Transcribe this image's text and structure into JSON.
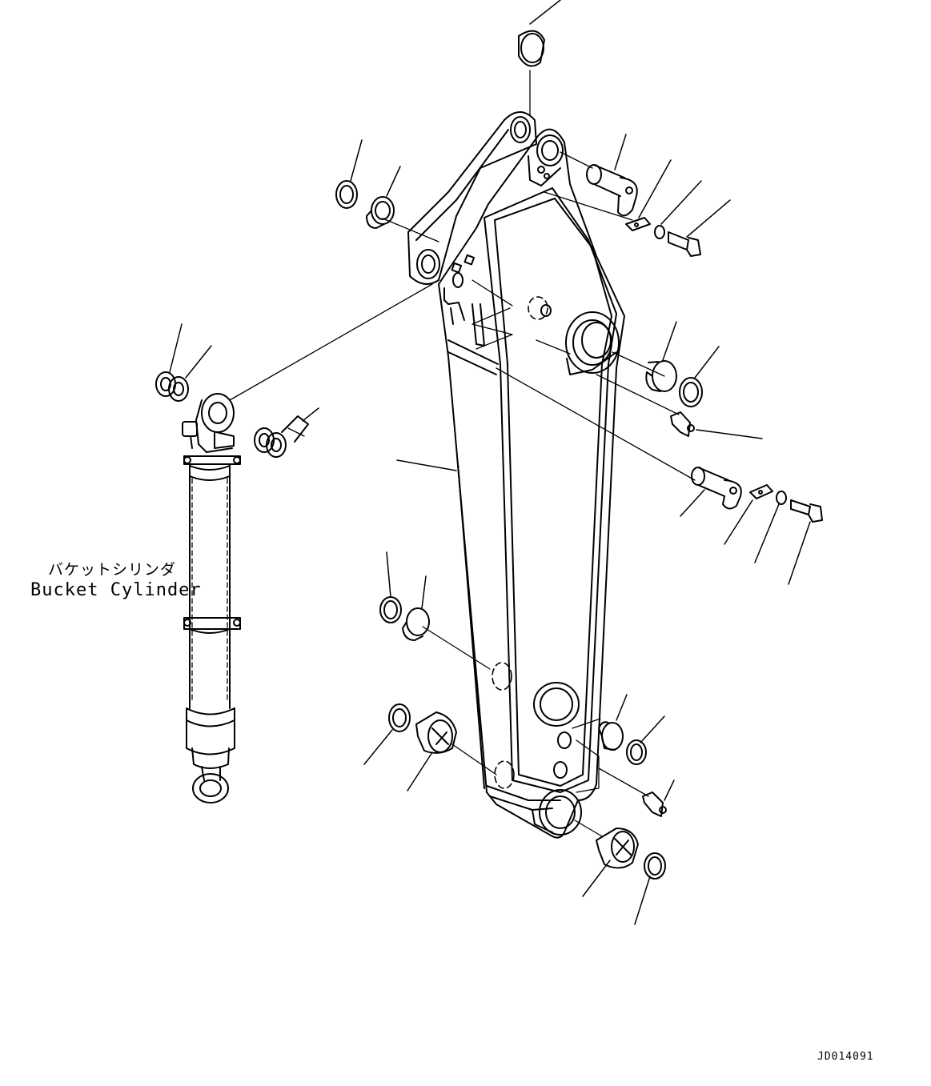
{
  "labels": {
    "cylinder_jp": "バケットシリンダ",
    "cylinder_en": "Bucket Cylinder"
  },
  "figure_id": "JD014091",
  "colors": {
    "line": "#000000",
    "background": "#ffffff"
  }
}
